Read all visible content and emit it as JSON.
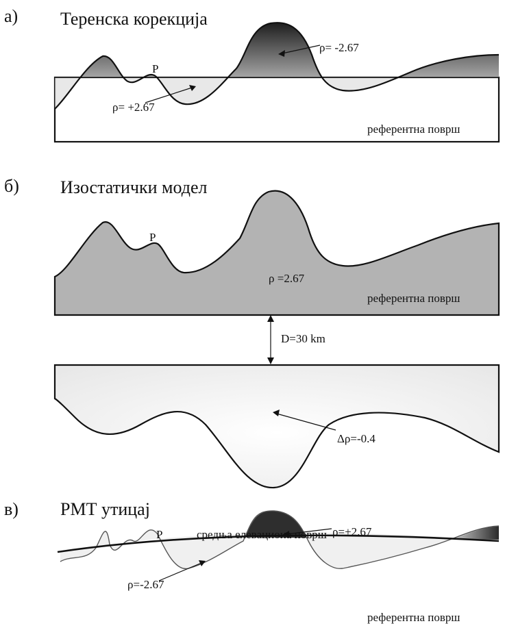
{
  "panel_a": {
    "letter": "а)",
    "title": "Теренска корекција",
    "point": "P",
    "rho_excess": "ρ= -2.67",
    "rho_deficit": "ρ= +2.67",
    "reference": "референтна површ"
  },
  "panel_b": {
    "letter": "б)",
    "title": "Изостатички модел",
    "point": "P",
    "rho": "ρ =2.67",
    "reference": "референтна површ",
    "depth": "D=30 km",
    "delta_rho": "Δρ=-0.4"
  },
  "panel_c": {
    "letter": "в)",
    "title": "РМТ утицај",
    "point": "P",
    "rho_excess": "ρ=+2.67",
    "rho_deficit": "ρ=-2.67",
    "mean_elevation": "средња елевациона површ",
    "reference": "референтна површ"
  },
  "colors": {
    "ink": "#111111",
    "dark_mass": "#2f2f2f",
    "light_fill": "#f2f2f2",
    "mid_fill": "#b3b3b3"
  }
}
